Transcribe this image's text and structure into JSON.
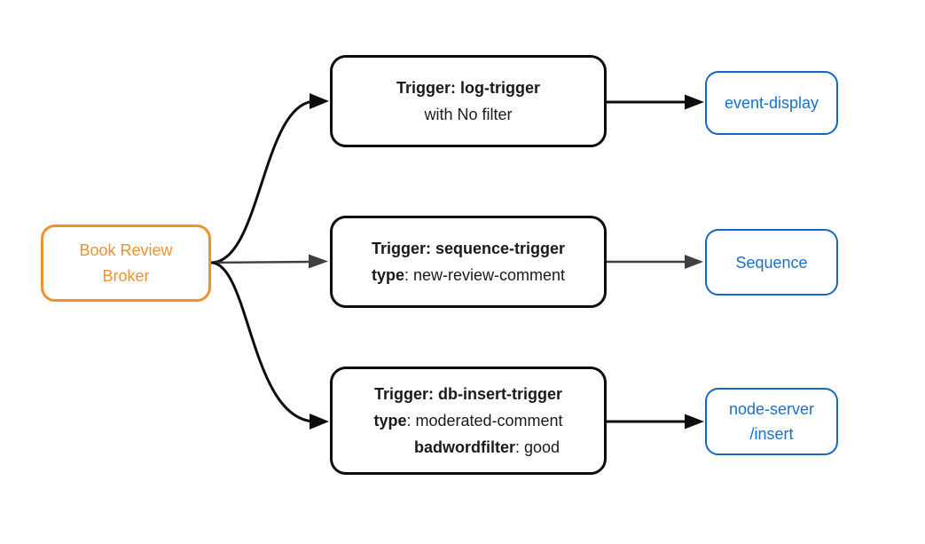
{
  "colors": {
    "background": "#FFFFFF",
    "broker_orange": "#F0912F",
    "sink_blue": "#1A70C8",
    "edge_black": "#0D0D0D",
    "edge_gray": "#3F3F3F"
  },
  "nodes": {
    "broker": {
      "line1": "Book Review",
      "line2": "Broker"
    },
    "trigger_log": {
      "title": "Trigger: log-trigger",
      "subtitle": "with No filter"
    },
    "trigger_sequence": {
      "title": "Trigger: sequence-trigger",
      "type_key": "type",
      "type_value": ": new-review-comment"
    },
    "trigger_db": {
      "title": "Trigger: db-insert-trigger",
      "type_key": "type",
      "type_value": ": moderated-comment",
      "filter_key": "badwordfilter",
      "filter_value": ": good"
    },
    "event_display": {
      "label": "event-display"
    },
    "sequence": {
      "label": "Sequence"
    },
    "node_server": {
      "line1": "node-server",
      "line2": "/insert"
    }
  },
  "edges": [
    {
      "from": "book-review-broker",
      "to": "trigger-log",
      "style": "curved",
      "color": "#0D0D0D"
    },
    {
      "from": "book-review-broker",
      "to": "trigger-sequence",
      "style": "straight",
      "color": "#3F3F3F"
    },
    {
      "from": "book-review-broker",
      "to": "trigger-db-insert",
      "style": "curved",
      "color": "#0D0D0D"
    },
    {
      "from": "trigger-log",
      "to": "event-display",
      "style": "straight",
      "color": "#0D0D0D"
    },
    {
      "from": "trigger-sequence",
      "to": "sequence",
      "style": "straight",
      "color": "#3F3F3F"
    },
    {
      "from": "trigger-db-insert",
      "to": "node-server-insert",
      "style": "straight",
      "color": "#0D0D0D"
    }
  ]
}
